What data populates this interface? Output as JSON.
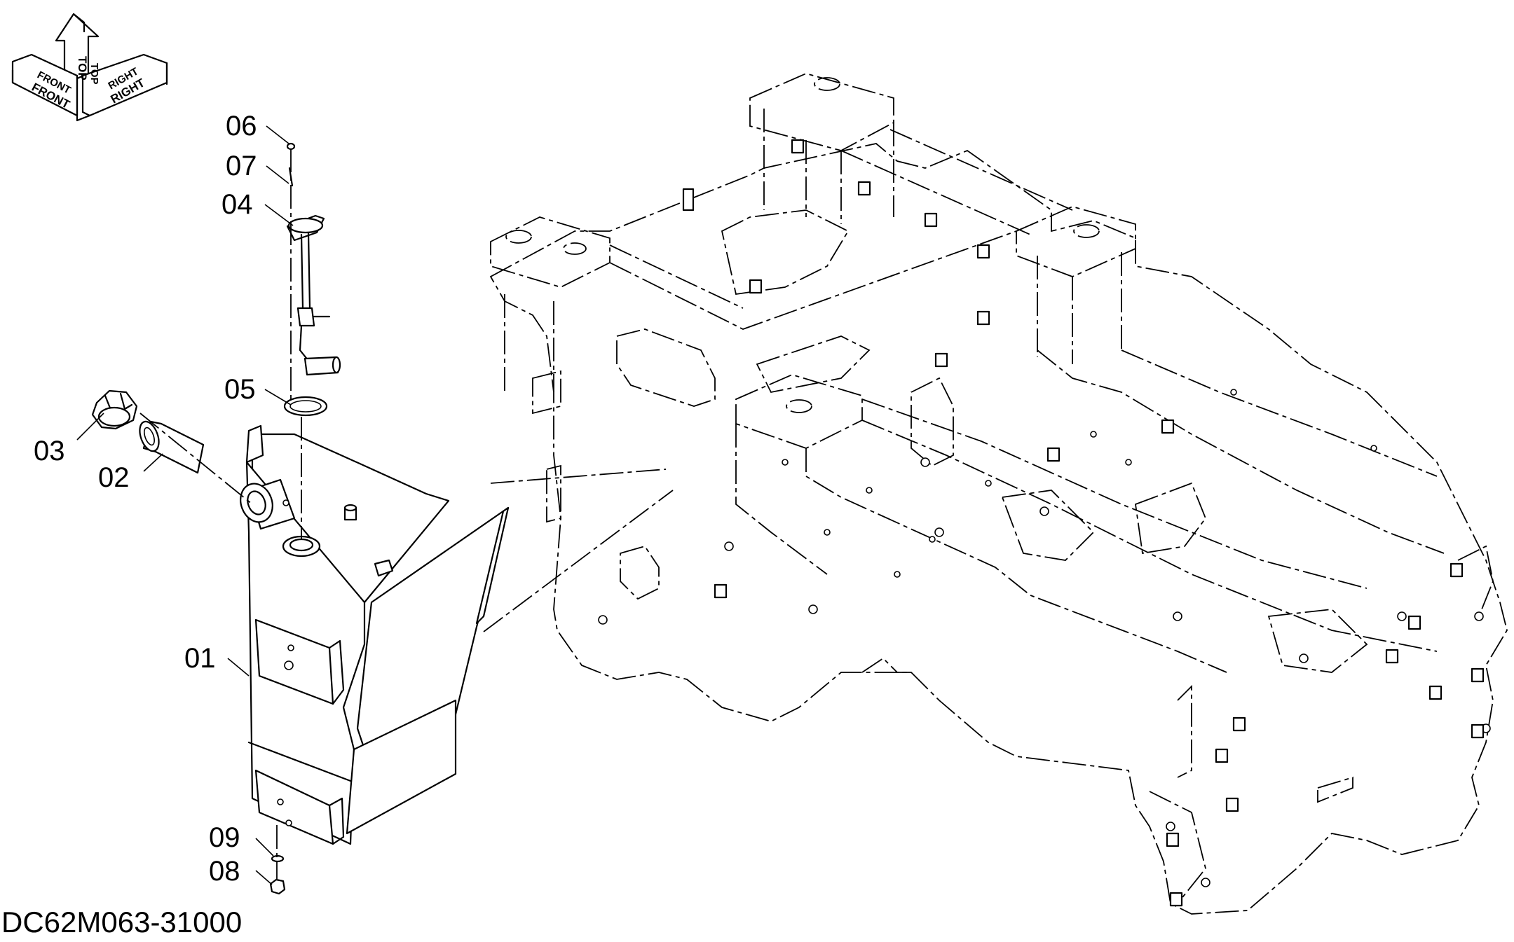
{
  "orientation": {
    "front_small": "FRONT",
    "front": "FRONT",
    "top_small": "TOP",
    "top": "TOP",
    "right_small": "RIGHT",
    "right": "RIGHT"
  },
  "callouts": {
    "c01": "01",
    "c02": "02",
    "c03": "03",
    "c04": "04",
    "c05": "05",
    "c06": "06",
    "c07": "07",
    "c08": "08",
    "c09": "09"
  },
  "drawing_number": "DC62M063-31000"
}
